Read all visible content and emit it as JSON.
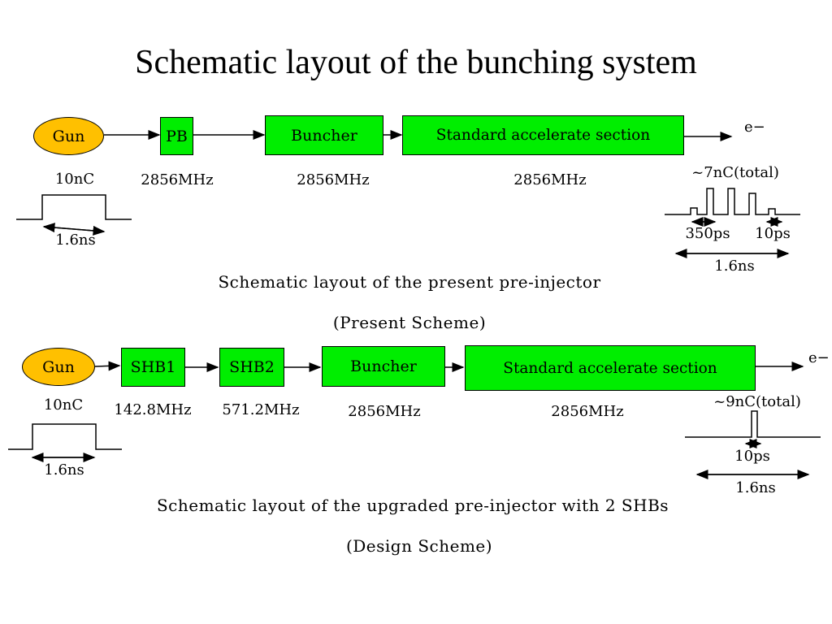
{
  "title": "Schematic layout of the bunching system",
  "present": {
    "gun": "Gun",
    "pb": "PB",
    "buncher": "Buncher",
    "accel": "Standard accelerate section",
    "output": "e−",
    "charge_in": "10nC",
    "freq_pb": "2856MHz",
    "freq_buncher": "2856MHz",
    "freq_accel": "2856MHz",
    "pulse_in": "1.6ns",
    "charge_out": "~7nC(total)",
    "spacing": "350ps",
    "width": "10ps",
    "pulse_out": "1.6ns",
    "caption": "Schematic layout of the present pre-injector",
    "subcaption": "(Present Scheme)"
  },
  "design": {
    "gun": "Gun",
    "shb1": "SHB1",
    "shb2": "SHB2",
    "buncher": "Buncher",
    "accel": "Standard accelerate section",
    "output": "e−",
    "charge_in": "10nC",
    "freq_shb1": "142.8MHz",
    "freq_shb2": "571.2MHz",
    "freq_buncher": "2856MHz",
    "freq_accel": "2856MHz",
    "pulse_in": "1.6ns",
    "charge_out": "~9nC(total)",
    "width": "10ps",
    "pulse_out": "1.6ns",
    "caption": "Schematic layout of the upgraded pre-injector with 2 SHBs",
    "subcaption": "(Design Scheme)"
  },
  "colors": {
    "block": "#00ee00",
    "gun": "#ffc000"
  }
}
